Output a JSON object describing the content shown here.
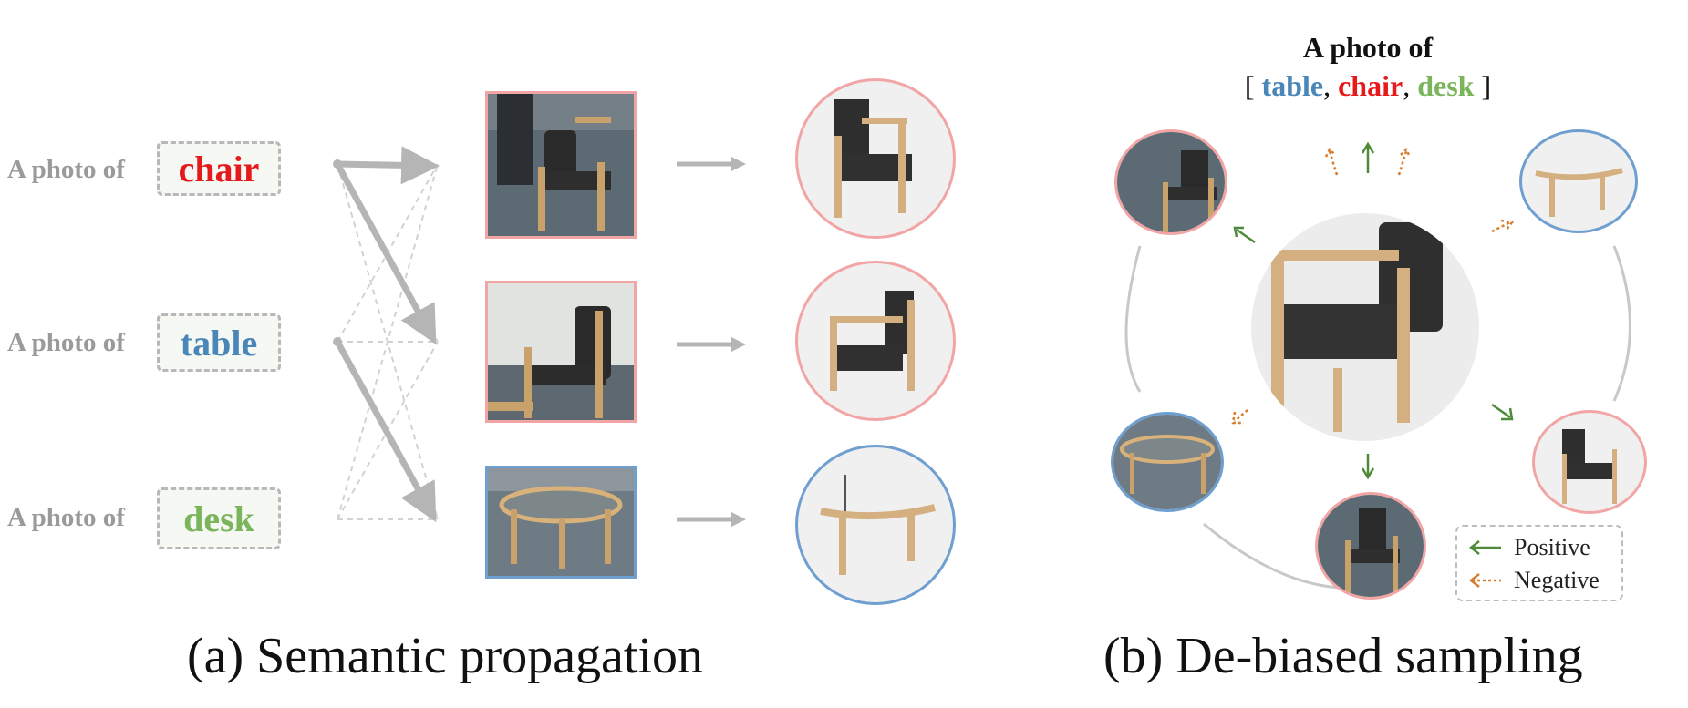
{
  "left": {
    "prompt_prefix": "A photo of",
    "classes": [
      {
        "label": "chair",
        "color": "#e41a1c"
      },
      {
        "label": "table",
        "color": "#4a86b8"
      },
      {
        "label": "desk",
        "color": "#7ab55c"
      }
    ],
    "image_borders": [
      "#f2a5a5",
      "#f2a5a5",
      "#6f9fd0"
    ],
    "caption": "(a) Semantic propagation"
  },
  "right": {
    "title_line1": "A photo of",
    "bracket_open": "[",
    "bracket_close": "]",
    "classes": [
      {
        "label": "table",
        "color": "#4a86b8"
      },
      {
        "label": "chair",
        "color": "#e41a1c"
      },
      {
        "label": "desk",
        "color": "#7ab55c"
      }
    ],
    "legend": {
      "positive_label": "Positive",
      "negative_label": "Negative",
      "positive_color": "#4f8a3a",
      "negative_color": "#d77c2c"
    },
    "caption": "(b) De-biased sampling"
  },
  "colors": {
    "pink_border": "#f2a5a5",
    "blue_border": "#6f9fd0",
    "arrow_gray": "#b5b5b5"
  }
}
